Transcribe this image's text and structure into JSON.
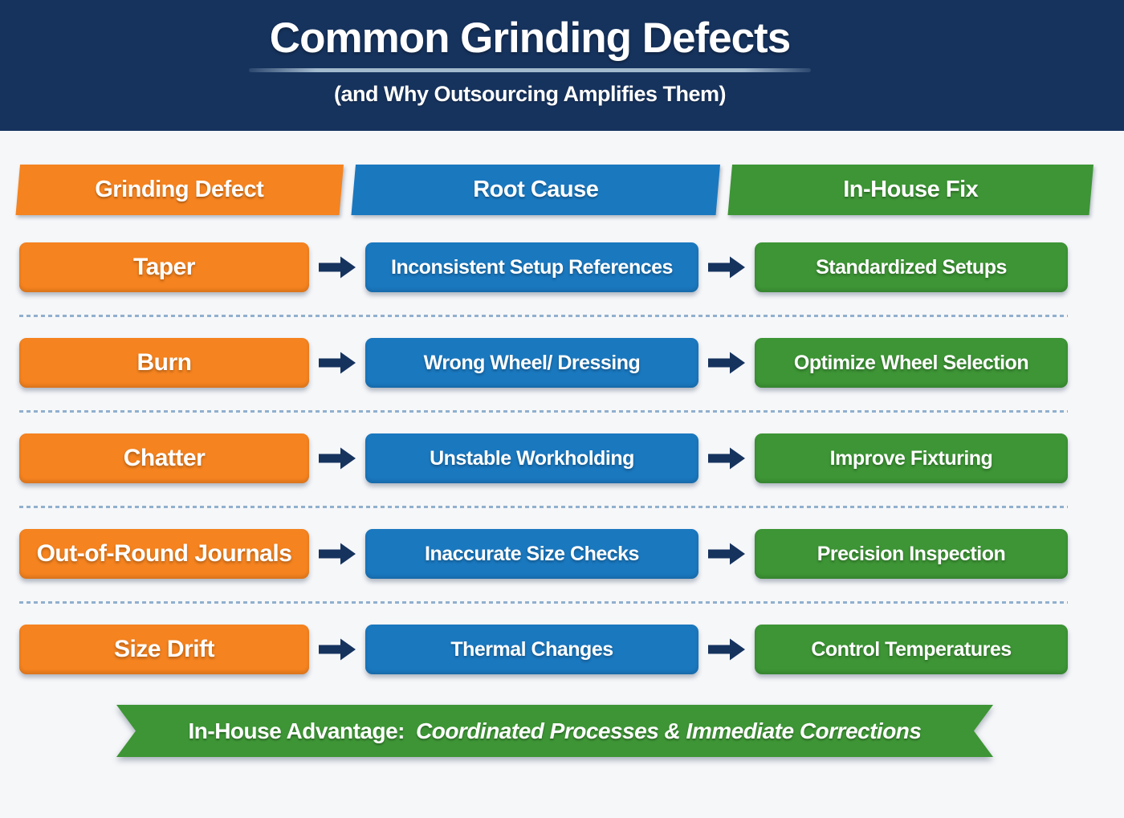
{
  "header": {
    "title": "Common Grinding Defects",
    "subtitle": "(and Why Outsourcing Amplifies Them)"
  },
  "columns": [
    {
      "label": "Grinding Defect",
      "color": "#F5831F"
    },
    {
      "label": "Root Cause",
      "color": "#1A78BF"
    },
    {
      "label": "In-House Fix",
      "color": "#3D9535"
    }
  ],
  "rows": [
    {
      "defect": "Taper",
      "cause": "Inconsistent Setup References",
      "fix": "Standardized Setups"
    },
    {
      "defect": "Burn",
      "cause": "Wrong Wheel/ Dressing",
      "fix": "Optimize Wheel Selection"
    },
    {
      "defect": "Chatter",
      "cause": "Unstable Workholding",
      "fix": "Improve Fixturing"
    },
    {
      "defect": "Out-of-Round Journals",
      "cause": "Inaccurate Size Checks",
      "fix": "Precision Inspection"
    },
    {
      "defect": "Size Drift",
      "cause": "Thermal Changes",
      "fix": "Control Temperatures"
    }
  ],
  "footer": {
    "label": "In-House Advantage:",
    "text": "Coordinated Processes & Immediate Corrections"
  },
  "icons": {
    "arrow": "arrow-right-icon"
  },
  "colors": {
    "navy": "#16335E",
    "orange": "#F5831F",
    "blue": "#1A78BF",
    "green": "#3D9535",
    "bg": "#F6F7F9",
    "divider": "#7FA3C6",
    "underline": "#A3B9CD"
  }
}
